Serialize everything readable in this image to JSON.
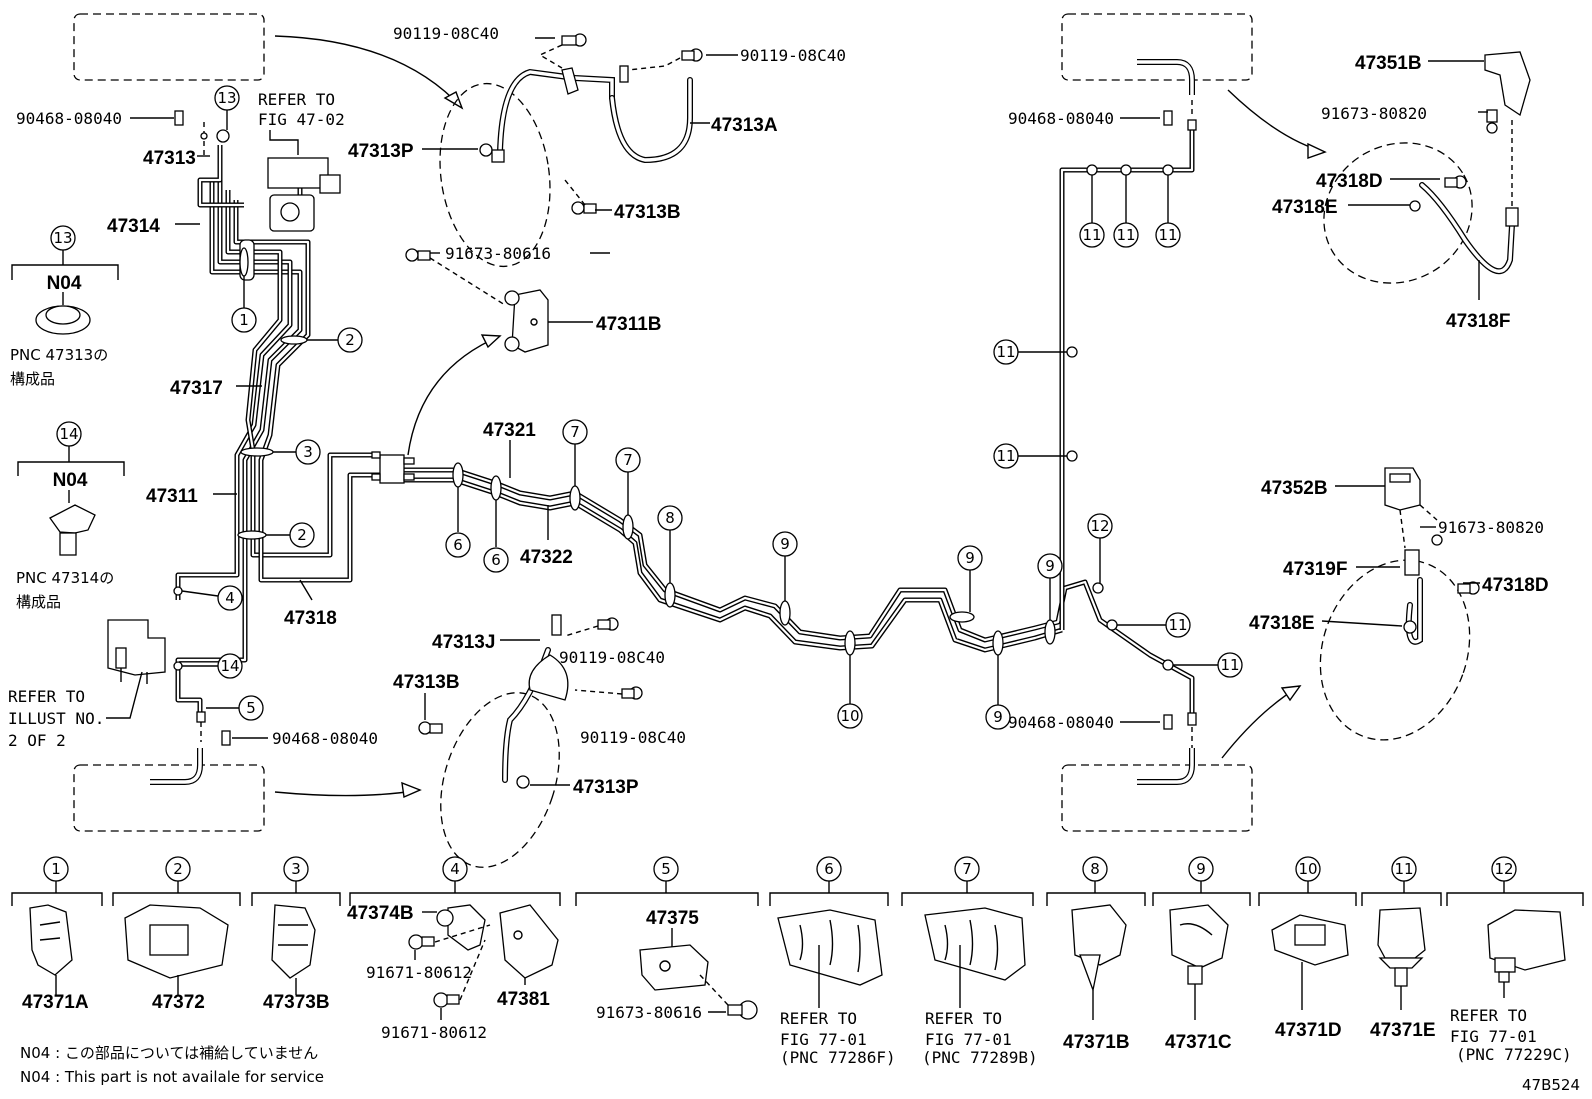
{
  "diagram_id": "47B524",
  "callouts": {
    "p1": "47313",
    "p2": "47314",
    "p3": "47317",
    "p4": "47311",
    "p5": "47318",
    "p6": "47321",
    "p7": "47322",
    "p8": "47313A",
    "p9": "47313P",
    "p10": "47313B",
    "p11": "47311B",
    "p12": "47313J",
    "p13": "47313B",
    "p14": "47313P",
    "p15": "47351B",
    "p16": "47318D",
    "p17": "47318E",
    "p18": "47318F",
    "p19": "47352B",
    "p20": "47319F",
    "p21": "47318D",
    "p22": "47318E"
  },
  "bolts": {
    "b1": "90468-08040",
    "b2": "90468-08040",
    "b3": "90468-08040",
    "b4": "90468-08040",
    "b5": "90119-08C40",
    "b6": "90119-08C40",
    "b7": "91673-80616",
    "b8": "90119-08C40",
    "b9": "90119-08C40",
    "b10": "91673-80820",
    "b11": "91673-80820"
  },
  "refer": {
    "r1": [
      "REFER TO",
      "FIG 47-02"
    ],
    "r2": [
      "REFER TO",
      "ILLUST NO.",
      "2 OF 2"
    ]
  },
  "n04_left": [
    {
      "num": "13",
      "code": "N04",
      "note": [
        "PNC 47313の",
        "構成品"
      ]
    },
    {
      "num": "14",
      "code": "N04",
      "note": [
        "PNC 47314の",
        "構成品"
      ]
    }
  ],
  "clip_markers": {
    "m1": "1",
    "m2": "2",
    "m3": "3",
    "m2b": "2",
    "m4": "4",
    "m14": "14",
    "m5": "5",
    "m13": "13",
    "m6": "6",
    "m6b": "6",
    "m7": "7",
    "m7b": "7",
    "m8": "8",
    "m9": "9",
    "m9b": "9",
    "m9c": "9",
    "m9d": "9",
    "m10": "10",
    "m11": "11",
    "m11b": "11",
    "m11c": "11",
    "m11d": "11",
    "m11e": "11",
    "m11f": "11",
    "m11g": "11",
    "m12": "12"
  },
  "legend": [
    {
      "num": "1",
      "parts": [
        "47371A"
      ]
    },
    {
      "num": "2",
      "parts": [
        "47372"
      ]
    },
    {
      "num": "3",
      "parts": [
        "47373B"
      ]
    },
    {
      "num": "4",
      "parts": [
        "47374B",
        "91671-80612",
        "91671-80612",
        "47381"
      ]
    },
    {
      "num": "5",
      "parts": [
        "47375",
        "91673-80616"
      ]
    },
    {
      "num": "6",
      "parts": [
        "REFER TO",
        "FIG 77-01",
        "(PNC 77286F)"
      ]
    },
    {
      "num": "7",
      "parts": [
        "REFER TO",
        "FIG 77-01",
        "(PNC 77289B)"
      ]
    },
    {
      "num": "8",
      "parts": [
        "47371B"
      ]
    },
    {
      "num": "9",
      "parts": [
        "47371C"
      ]
    },
    {
      "num": "10",
      "parts": [
        "47371D"
      ]
    },
    {
      "num": "11",
      "parts": [
        "47371E"
      ]
    },
    {
      "num": "12",
      "parts": [
        "REFER TO",
        "FIG 77-01",
        "(PNC 77229C)"
      ]
    }
  ],
  "footnotes": [
    "N04 : この部品については補給していません",
    "N04 : This part is not availale for service"
  ]
}
